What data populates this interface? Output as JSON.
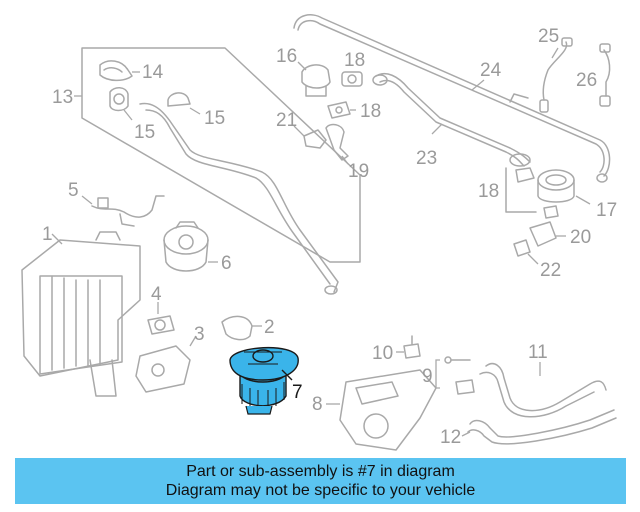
{
  "diagram": {
    "callouts": [
      {
        "id": "1",
        "label": "1"
      },
      {
        "id": "2",
        "label": "2"
      },
      {
        "id": "3",
        "label": "3"
      },
      {
        "id": "4",
        "label": "4"
      },
      {
        "id": "5",
        "label": "5"
      },
      {
        "id": "6",
        "label": "6"
      },
      {
        "id": "7",
        "label": "7"
      },
      {
        "id": "8",
        "label": "8"
      },
      {
        "id": "9",
        "label": "9"
      },
      {
        "id": "10",
        "label": "10"
      },
      {
        "id": "11",
        "label": "11"
      },
      {
        "id": "12",
        "label": "12"
      },
      {
        "id": "13",
        "label": "13"
      },
      {
        "id": "14",
        "label": "14"
      },
      {
        "id": "15a",
        "label": "15"
      },
      {
        "id": "15b",
        "label": "15"
      },
      {
        "id": "16",
        "label": "16"
      },
      {
        "id": "17",
        "label": "17"
      },
      {
        "id": "18a",
        "label": "18"
      },
      {
        "id": "18b",
        "label": "18"
      },
      {
        "id": "18c",
        "label": "18"
      },
      {
        "id": "19",
        "label": "19"
      },
      {
        "id": "20",
        "label": "20"
      },
      {
        "id": "21",
        "label": "21"
      },
      {
        "id": "22",
        "label": "22"
      },
      {
        "id": "23",
        "label": "23"
      },
      {
        "id": "24",
        "label": "24"
      },
      {
        "id": "25",
        "label": "25"
      },
      {
        "id": "26",
        "label": "26"
      }
    ],
    "highlighted_part": "7",
    "colors": {
      "line": "#a9a9a9",
      "highlight_fill": "#3ab4ea",
      "highlight_outline": "#1a1a1a",
      "banner": "#5bc4f1"
    }
  },
  "banner": {
    "line1": "Part or sub-assembly is #7 in diagram",
    "line2": "Diagram may not be specific to your vehicle"
  }
}
